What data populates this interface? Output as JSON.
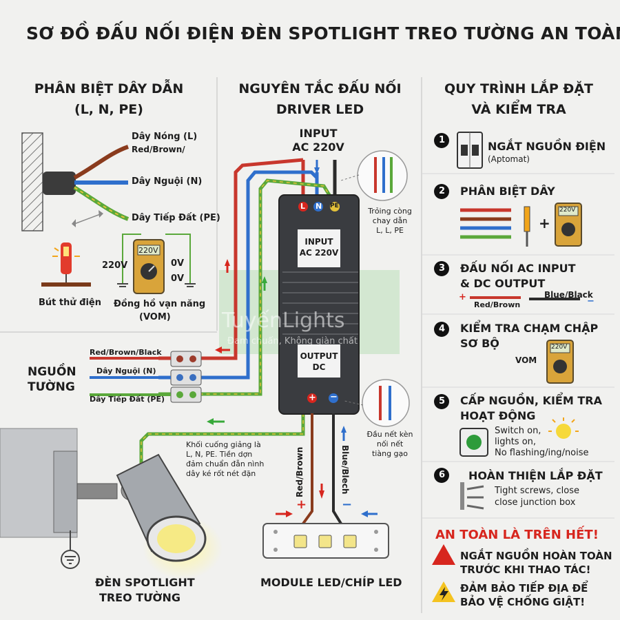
{
  "title": "SƠ ĐỒ ĐẤU NỐI ĐIỆN ĐÈN SPOTLIGHT TREO TƯỜNG AN TOÀN",
  "left": {
    "heading_line1": "PHÂN BIỆT DÂY DẪN",
    "heading_line2": "(L, N, PE)",
    "live_wire": "Dây Nóng (L)",
    "live_wire_colors": "Red/Brown/",
    "neutral_wire": "Dây Nguội (N)",
    "ground_wire": "Dây Tiếp Đất (PE)",
    "tester_label": "Bút thử điện",
    "meter_display": "220V",
    "meter_left_value": "220V",
    "meter_right_top": "0V",
    "meter_right_bottom": "0V",
    "meter_label_line1": "Đồng hồ vạn năng",
    "meter_label_line2": "(VOM)"
  },
  "middle": {
    "heading_line1": "NGUYÊN TẮC ĐẤU NỐI",
    "heading_line2": "DRIVER LED",
    "input_line1": "INPUT",
    "input_line2": "AC 220V",
    "terminal_l": "L",
    "terminal_n": "N",
    "terminal_pe": "PE",
    "driver_input_line1": "INPUT",
    "driver_input_line2": "AC 220V",
    "driver_output_line1": "OUTPUT",
    "driver_output_line2": "DC",
    "note_top_line1": "Trỏing còng",
    "note_top_line2": "chay dẫn",
    "note_top_line3": "L, L, PE",
    "note_bottom_line1": "Đầu nết kèn",
    "note_bottom_line2": "nối nết",
    "note_bottom_line3": "tiàng gạo",
    "wall_source_line1": "NGUỒN",
    "wall_source_line2": "TƯỜNG",
    "wire_red": "Red/Brown/Black",
    "wire_neutral": "Dây Nguội (N)",
    "wire_ground": "Dây Tiếp Đất (PE)",
    "lamp_note_line1": "Khối cuống giảng là",
    "lamp_note_line2": "L, N, PE. Tiền dợn",
    "lamp_note_line3": "đảm chuẩn đẫn nình",
    "lamp_note_line4": "dây ké rốt nét đặn",
    "out_plus": "+",
    "out_minus": "−",
    "out_red_label": "Red/Brown",
    "out_blue_label": "Blue/Blech",
    "led_plus": "+",
    "led_minus": "−",
    "led_module_label": "MODULE LED/CHÍP LED",
    "spotlight_line1": "ĐÈN SPOTLIGHT",
    "spotlight_line2": "TREO TƯỜNG",
    "watermark_main": "TuyếnLights",
    "watermark_sub": "Đam chuẩn, Không giàn chất"
  },
  "right": {
    "heading_line1": "QUY TRÌNH LẮP ĐẶT",
    "heading_line2": "VÀ KIỂM TRA",
    "steps": [
      {
        "num": "1",
        "title": "NGẮT NGUỒN ĐIỆN",
        "sub": "(Aptomat)"
      },
      {
        "num": "2",
        "title": "PHÂN BIỆT DÂY",
        "plus": "+",
        "meter_display": "220V"
      },
      {
        "num": "3",
        "title_line1": "ĐẤU NỐI AC INPUT",
        "title_line2": "& DC OUTPUT",
        "red_label": "Red/Brown",
        "blue_label": "Blue/Black",
        "plus": "+",
        "minus": "−"
      },
      {
        "num": "4",
        "title_line1": "KIỂM TRA CHẠM CHẬP",
        "title_line2": "SƠ BỘ",
        "vom": "VOM",
        "meter_display": "220V"
      },
      {
        "num": "5",
        "title_line1": "CẤP NGUỒN, KIỂM TRA",
        "title_line2": "HOẠT ĐỘNG",
        "note_line1": "Switch on,",
        "note_line2": "lights on,",
        "note_line3": "No flashing/ing/noise"
      },
      {
        "num": "6",
        "title": "HOÀN THIỆN LẮP ĐẶT",
        "note_line1": "Tight screws, close",
        "note_line2": "close junction box"
      }
    ],
    "safety_title": "AN TOÀN LÀ TRÊN HẾT!",
    "safety_1_line1": "NGẮT NGUỒN HOÀN TOÀN",
    "safety_1_line2": "TRƯỚC KHI THAO TÁC!",
    "safety_2_line1": "ĐẢM BẢO TIẾP ĐỊA ĐỂ",
    "safety_2_line2": "BẢO VỆ CHỐNG GIẬT!"
  },
  "colors": {
    "live": "#c8372d",
    "neutral": "#2f6fcc",
    "ground": "#5aa83a",
    "ground_alt": "#e4c23a",
    "warning_red": "#d7261e"
  }
}
